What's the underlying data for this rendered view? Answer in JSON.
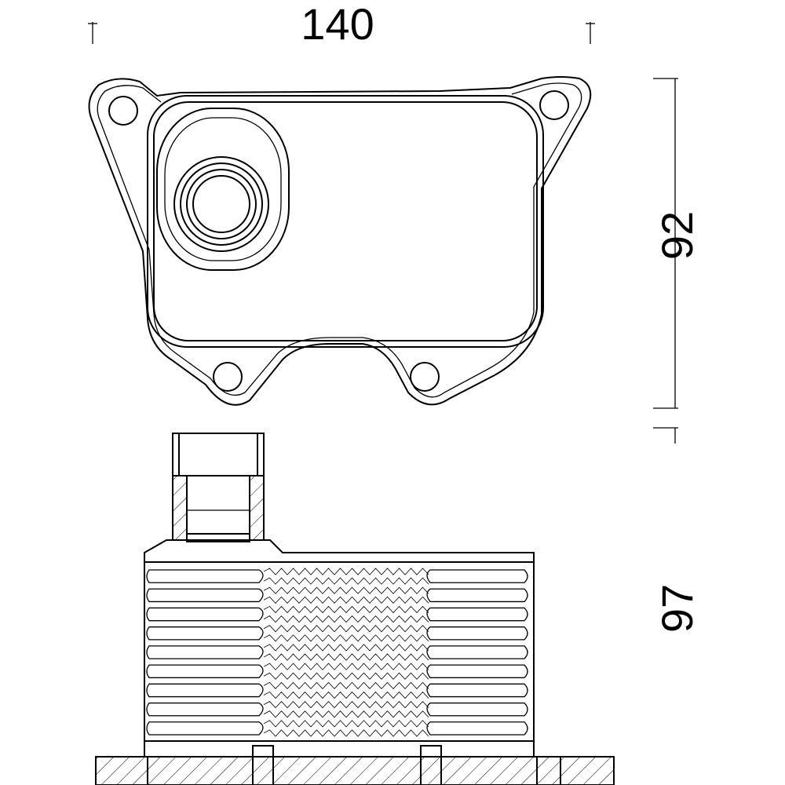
{
  "dimensions": {
    "width": "140",
    "height_top_view": "92",
    "height_side_view": "97"
  },
  "side_view": {
    "fin_count": 9
  }
}
